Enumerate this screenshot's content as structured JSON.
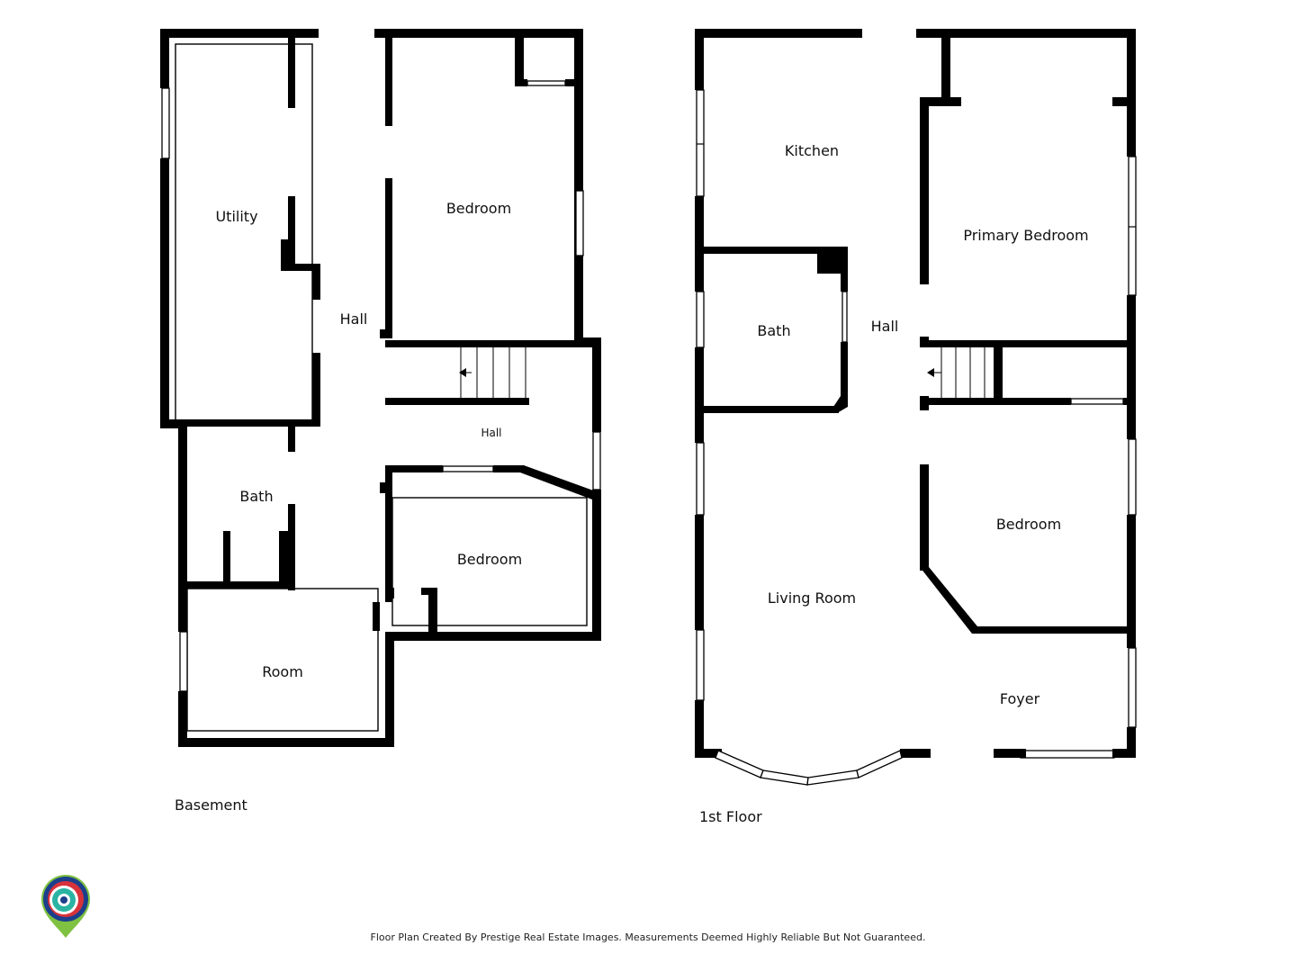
{
  "rooms": {
    "basement": {
      "utility": "Utility",
      "hall_main": "Hall",
      "bedroom_top": "Bedroom",
      "hall_small": "Hall",
      "bath": "Bath",
      "bedroom_lower": "Bedroom",
      "room": "Room"
    },
    "first_floor": {
      "kitchen": "Kitchen",
      "primary_bedroom": "Primary Bedroom",
      "bath": "Bath",
      "hall": "Hall",
      "bedroom": "Bedroom",
      "living_room": "Living Room",
      "foyer": "Foyer"
    }
  },
  "captions": {
    "basement": "Basement",
    "first_floor": "1st Floor"
  },
  "footer": "Floor Plan Created By Prestige Real Estate Images. Measurements Deemed Highly Reliable But Not Guaranteed.",
  "logo": {
    "icon": "camera-pin-icon",
    "colors": [
      "#2bb3a3",
      "#d8323a",
      "#1c3f8c",
      "#7fc241"
    ]
  }
}
